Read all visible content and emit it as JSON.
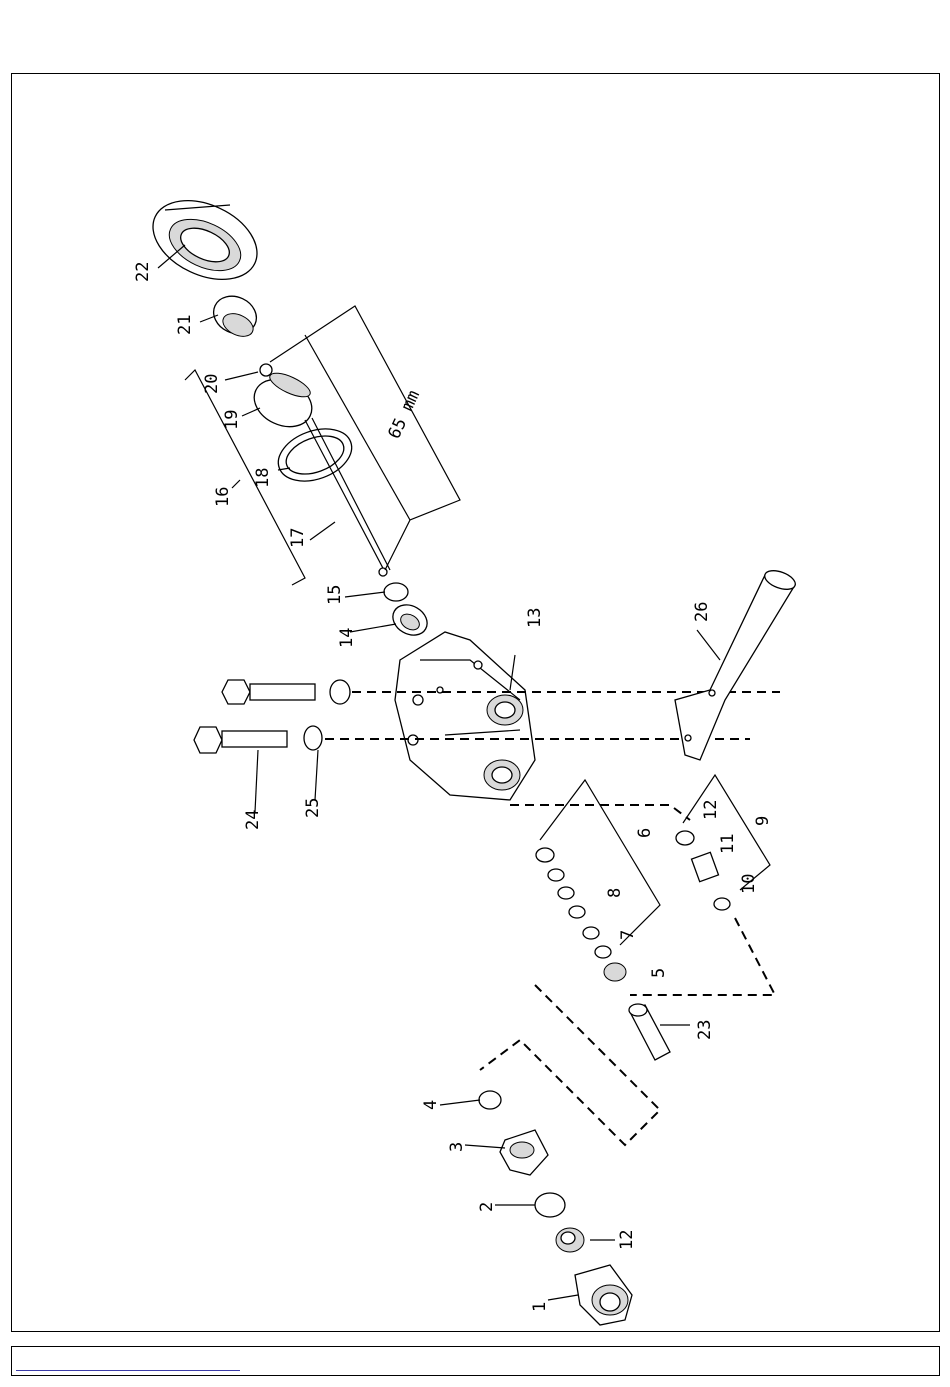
{
  "diagram": {
    "labels": [
      "1",
      "2",
      "3",
      "4",
      "5",
      "6",
      "7",
      "8",
      "9",
      "10",
      "11",
      "12",
      "12",
      "13",
      "14",
      "15",
      "16",
      "17",
      "18",
      "19",
      "20",
      "21",
      "22",
      "23",
      "24",
      "25",
      "26"
    ],
    "note": "65 mm"
  },
  "colors": {
    "line": "#000000",
    "shade": "#d9d9d9",
    "link": "#3a3aa8"
  }
}
